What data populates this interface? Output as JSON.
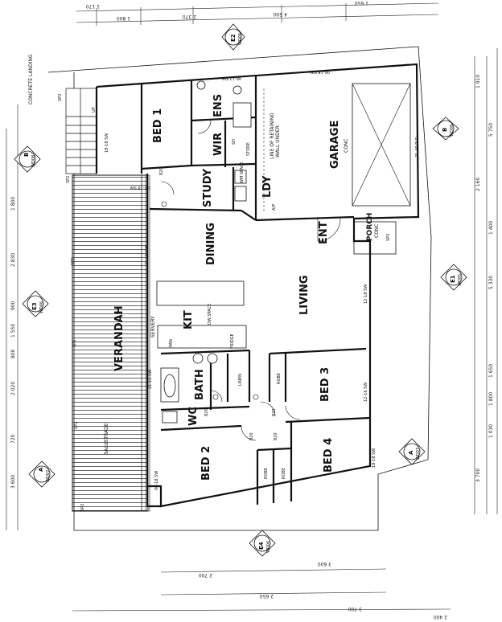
{
  "rooms": {
    "bed1": "BED 1",
    "ens": "ENS",
    "wir": "WIR",
    "garage": "GARAGE",
    "garage_sub": "CONC",
    "study": "STUDY",
    "ldy": "LDY",
    "dining": "DINING",
    "ent": "ENT",
    "porch": "PORCH",
    "porch_sub": "CONC",
    "living": "LIVING",
    "kit": "KIT",
    "verandah": "VERANDAH",
    "bath": "BATH",
    "wc": "WC",
    "bed2": "BED 2",
    "bed3": "BED 3",
    "bed4": "BED 4"
  },
  "notes": {
    "concrete_landing": "CONCRETE LANDING",
    "retaining": "LINE OF RETAINING",
    "retaining2": "WALL UNDER",
    "balustrade": "BALUSTRADE",
    "servery": "SERVERY",
    "dw_space": "DW SPACE",
    "linen": "LINEN",
    "robe": "ROBE",
    "store": "STORE",
    "pan": "PAN",
    "up": "UP",
    "sh": "SH",
    "ap": "A/P",
    "wm": "WM SPACE",
    "fridge": "FRIDGE",
    "door_820": "820",
    "sp2": "SP2",
    "window_sw1": "18-18 SW",
    "window_sw2": "06-12 SW",
    "window_sw3": "06-18 SW",
    "window_sw4": "21-40 PLD",
    "window_sw5": "12-18 SW",
    "window_sw6": "12-16 SW",
    "window_sw7": "18-18 SW",
    "window_sw8": "06-18 SW",
    "window_sw9": "21-16 SW",
    "window_sw10": "21-16 SW",
    "window_sw11": "06-18 SW"
  },
  "markers": [
    {
      "ref": "E2",
      "sheet": "WD05"
    },
    {
      "ref": "B",
      "sheet": "WD08"
    },
    {
      "ref": "B",
      "sheet": "WD08"
    },
    {
      "ref": "E3",
      "sheet": "WD06"
    },
    {
      "ref": "E1",
      "sheet": "WD05"
    },
    {
      "ref": "A",
      "sheet": "WD07"
    },
    {
      "ref": "A",
      "sheet": "WD07"
    },
    {
      "ref": "E4",
      "sheet": "WD06"
    }
  ],
  "dims": {
    "top1": "1 170",
    "top2": "1 800",
    "top3": "2 370",
    "top4": "4 500",
    "top5": "1 650",
    "right1": "1 910",
    "right2": "5 750",
    "right3": "2 160",
    "right4": "1 400",
    "right5": "5 330",
    "right6": "1 650",
    "right7": "1 800",
    "right8": "1 030",
    "right9": "3 700",
    "left1": "1 800",
    "left2": "2 830",
    "left3": "900",
    "left4": "1 550",
    "left5": "800",
    "left6": "2 020",
    "left7": "720",
    "left8": "3 600",
    "bot1": "3 600",
    "bot2": "2 700",
    "bot3": "2 650",
    "bot4": "3 700",
    "bot5": "2 400"
  }
}
